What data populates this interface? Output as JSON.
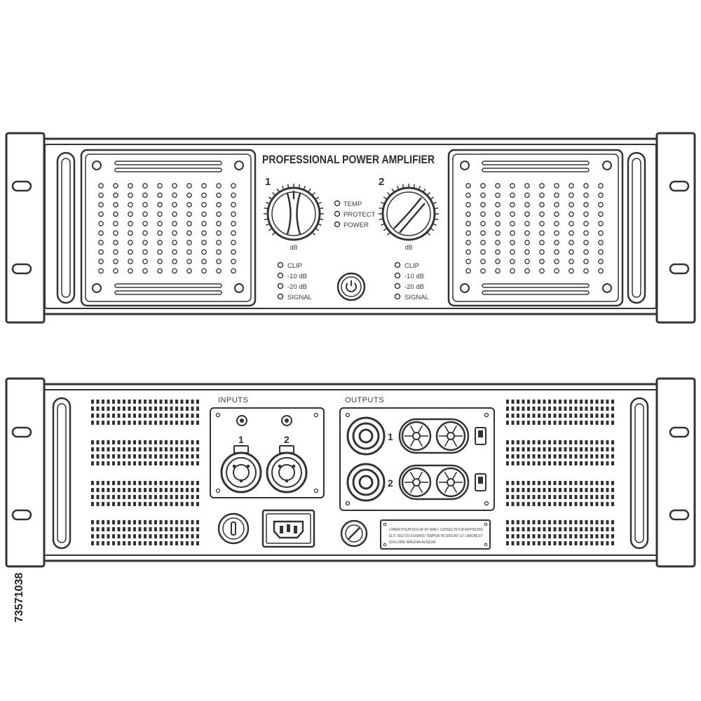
{
  "front_panel": {
    "title": "PROFESSIONAL POWER AMPLIFIER",
    "channel_1": "1",
    "channel_2": "2",
    "knob_unit": "dB",
    "status_leds": [
      "TEMP",
      "PROTECT",
      "POWER"
    ],
    "level_leds": [
      "CLIP",
      "-10 dB",
      "-20 dB",
      "SIGNAL"
    ]
  },
  "rear_panel": {
    "inputs_label": "INPUTS",
    "outputs_label": "OUTPUTS",
    "input_1": "1",
    "input_2": "2",
    "output_1": "1",
    "output_2": "2",
    "info_plate": [
      "LOREM IPSUM DOLOR SIT AMET, CONSECTETUR ADIPISCING",
      "ELIT, SED DO EIUSMOD TEMPOR INCIDIDUNT UT LABORE ET",
      "DOLORE MAGNA ALIQUA."
    ]
  },
  "stock_id": "73571038",
  "colors": {
    "line": "#333333",
    "panel": "#ffffff",
    "accent": "#444444"
  }
}
